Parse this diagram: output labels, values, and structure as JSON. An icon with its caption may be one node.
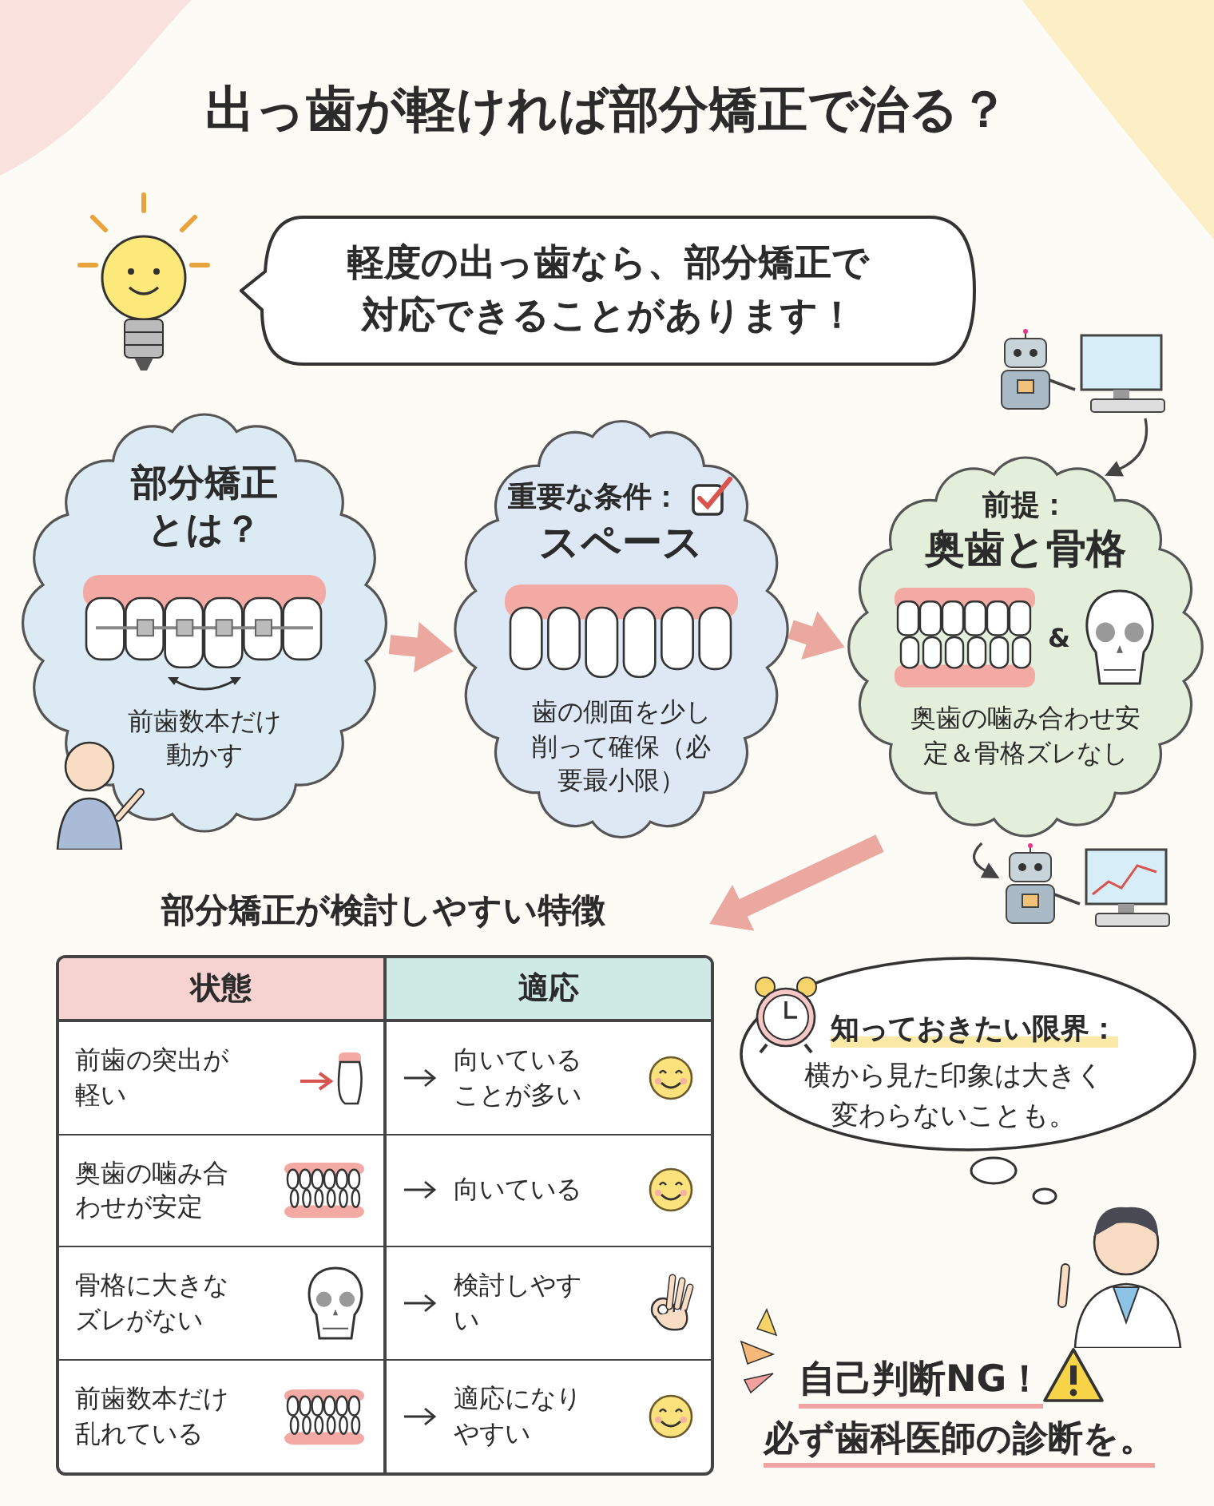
{
  "diagram": {
    "title": "出っ歯が軽ければ部分矯正で治る？",
    "nodes": [
      {
        "text": [
          "軽度の出っ歯なら、部分矯正で対応できることがあります！"
        ]
      },
      {
        "text": [],
        "shape": "picture"
      },
      {
        "text": [
          "部分矯正とは？",
          "前歯数本だけ動かす"
        ]
      },
      {
        "text": [
          "重要な条件：",
          "スペース",
          "歯の側面を少し削って確保（必要最小限）"
        ]
      },
      {
        "text": [
          "前提：",
          "奥歯と骨格",
          "&",
          "奥歯の噛み合わせ安定＆骨格ズレなし"
        ]
      },
      {
        "text": [],
        "shape": "picture"
      },
      {
        "text": [
          "部分矯正が検討しやすい特徴"
        ]
      },
      {
        "text": [
          "知っておきたい限界：",
          "横から見た印象は大きく変わらないことも。"
        ]
      }
    ],
    "edges": [
      {
        "from": 2,
        "to": 3,
        "arrow": "to"
      },
      {
        "from": 3,
        "to": 4,
        "arrow": "to"
      },
      {
        "from": 1,
        "to": 4,
        "arrow": "to",
        "color": "#444444"
      },
      {
        "from": 4,
        "to": 5,
        "arrow": "to",
        "color": "#444444"
      },
      {
        "from": 4,
        "to": 6,
        "arrow": "to"
      }
    ],
    "labels": [
      "状態",
      "適応",
      "前歯の突出が軽い",
      "向いていることが多い",
      "奥歯の噛み合わせが安定",
      "向いている",
      "骨格に大きなズレがない",
      "検討しやすい",
      "前歯数本だけ乱れている",
      "適応になりやすい",
      "自己判断NG！",
      "必ず歯科医師の診断を。"
    ]
  }
}
